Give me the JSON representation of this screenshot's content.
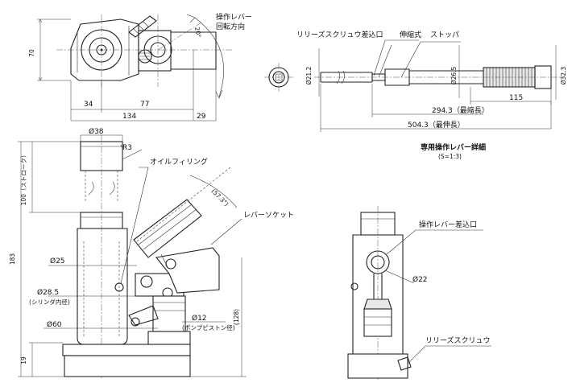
{
  "top_view": {
    "dim_height": "70",
    "dim_left": "34",
    "dim_mid": "77",
    "dim_total": "134",
    "dim_right": "29",
    "dim_angle": "20°",
    "lever_rotation_label_1": "操作レバー",
    "lever_rotation_label_2": "回転方向"
  },
  "lever_detail": {
    "label_release_inlet": "リリーズスクリュウ差込口",
    "label_telescopic": "伸縮式",
    "label_stopper": "ストッパ",
    "dim_d1": "Ø21.2",
    "dim_d2": "Ø26.5",
    "dim_d3": "Ø32.3",
    "dim_grip": "115",
    "dim_shortest": "294.3（最縮長）",
    "dim_longest": "504.3（最伸長）",
    "title": "専用操作レバー詳細",
    "scale": "(S=1:3)"
  },
  "front_view": {
    "dim_ram_dia": "Ø38",
    "dim_radius": "R3",
    "dim_stroke": "100（ストローク）",
    "dim_total_height": "183",
    "dim_base": "19",
    "dim_d25": "Ø25",
    "dim_d285": "Ø28.5",
    "note_cyl_inner": "(シリンダ内径)",
    "dim_d60": "Ø60",
    "dim_d12": "Ø12",
    "note_pump_piston": "(ポンプピストン径)",
    "dim_angle": "(57.3°)",
    "dim_128": "(128)",
    "label_oil_filling": "オイルフィリング",
    "label_lever_socket": "レバーソケット"
  },
  "side_view": {
    "label_lever_inlet": "操作レバー差込口",
    "dim_d22": "Ø22",
    "label_release_screw": "リリーズスクリュウ"
  }
}
